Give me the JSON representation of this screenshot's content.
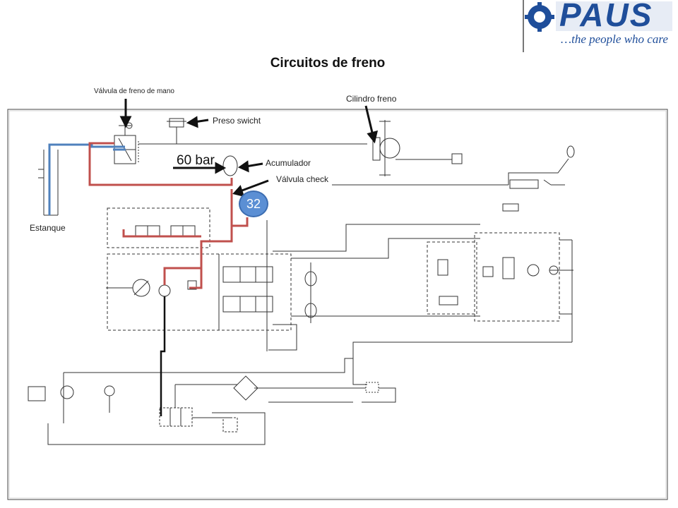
{
  "title": "Circuitos de freno",
  "logo": {
    "brand": "PAUS",
    "tagline": "…the people who care"
  },
  "labels": {
    "hand_brake_valve": "Válvula de freno de mano",
    "brake_cylinder": "Cilindro freno",
    "pressure_switch": "Preso swicht",
    "accumulator": "Acumulador",
    "check_valve": "Válvula check",
    "tank": "Estanque",
    "pressure_value": "60 bar",
    "badge_number": "32"
  },
  "colors": {
    "pressure_line": "#c0504d",
    "return_line": "#4f81bd",
    "badge": "#5b8fd4",
    "logo_blue": "#1f4e9a"
  }
}
